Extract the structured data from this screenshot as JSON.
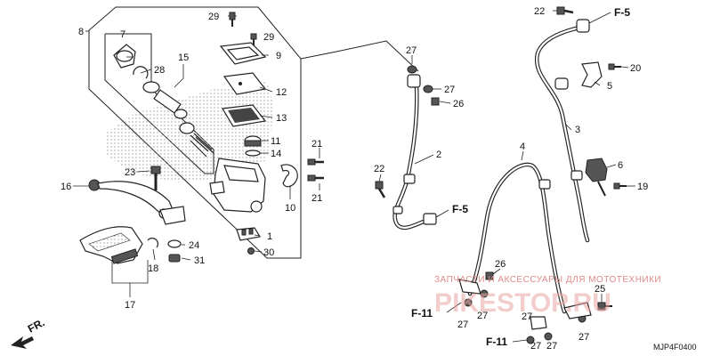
{
  "diagram": {
    "part_numbers": {
      "p1": "1",
      "p2": "2",
      "p3": "3",
      "p4": "4",
      "p5": "5",
      "p6": "6",
      "p7": "7",
      "p8": "8",
      "p9": "9",
      "p10": "10",
      "p11": "11",
      "p12": "12",
      "p13": "13",
      "p14": "14",
      "p15": "15",
      "p16": "16",
      "p17": "17",
      "p18": "18",
      "p19": "19",
      "p20": "20",
      "p21": "21",
      "p22": "22",
      "p23": "23",
      "p24": "24",
      "p25": "25",
      "p26": "26",
      "p27": "27",
      "p28": "28",
      "p29": "29",
      "p30": "30",
      "p31": "31"
    },
    "refs": {
      "f5": "F-5",
      "f11": "F-11",
      "fr": "FR."
    },
    "drawing_code": "MJP4F0400"
  },
  "watermark": {
    "top_text": "ЗАПЧАСТИ И АКСЕССУАРЫ ДЛЯ МОТОТЕХНИКИ",
    "main_text": "PIKESTOP.RU"
  }
}
